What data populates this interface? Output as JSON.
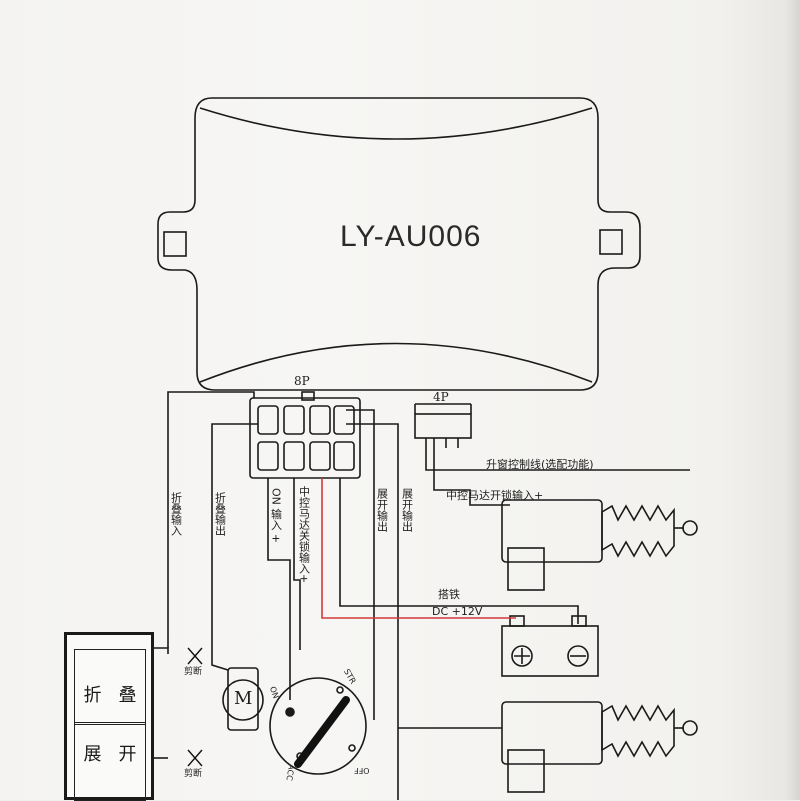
{
  "module": {
    "model": "LY-AU006"
  },
  "connectors": {
    "main": "8P",
    "aux": "4P"
  },
  "wires": {
    "fold_input": "折叠输入",
    "fold_output": "折叠输出",
    "on_input": "ON 输入 +",
    "central_lock_input": "中控马达关锁输入+",
    "unfold_output": "展开输出",
    "unfold_output_2": "展开输出",
    "window_control": "升窗控制线(选配功能)",
    "motor_unlock_input": "中控马达开锁输入+",
    "ground": "搭铁",
    "dc": "DC +12V"
  },
  "cut_labels": [
    "剪断",
    "剪断"
  ],
  "motor": {
    "symbol": "M"
  },
  "ignition": {
    "str": "STR",
    "on": "ON",
    "acc": "ACC",
    "off": "OFF"
  },
  "switch": {
    "fold_a": "折",
    "fold_b": "叠",
    "unfold_a": "展",
    "unfold_b": "开"
  },
  "colors": {
    "line": "#1a1a1a",
    "dc_wire": "#d23a3a"
  }
}
